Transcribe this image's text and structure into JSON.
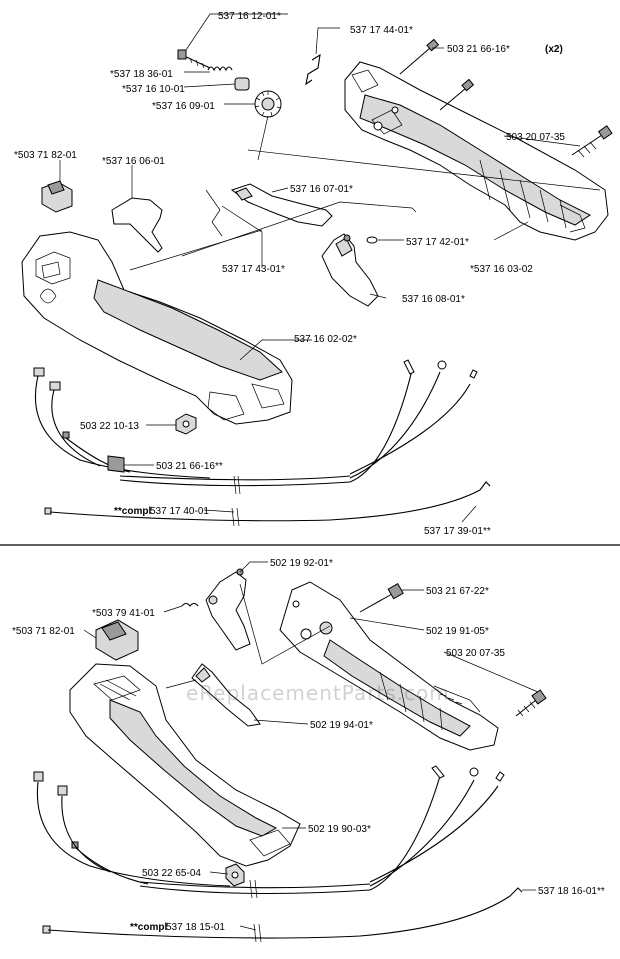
{
  "watermark": "eReplacementParts.com",
  "top": {
    "labels": {
      "l1": "537 16 12-01*",
      "l2": "537 17 44-01*",
      "l3": "503 21 66-16*",
      "l3_suffix": "(x2)",
      "l4": "*537 18 36-01",
      "l5": "*537 16 10-01",
      "l6": "*537 16 09-01",
      "l7": "503 20 07-35",
      "l8": "*503 71 82-01",
      "l9": "*537 16 06-01",
      "l10": "537 16 07-01*",
      "l11": "537 17 42-01*",
      "l12": "537 17 43-01*",
      "l13": "*537 16 03-02",
      "l14": "537 16 08-01*",
      "l15": "537 16 02-02*",
      "l16": "503 22 10-13",
      "l17": "503 21 66-16**",
      "l18_prefix": "**compl",
      "l18": "537 17 40-01",
      "l19": "537 17 39-01**"
    }
  },
  "bottom": {
    "labels": {
      "b1": "502 19 92-01*",
      "b2": "*503 79 41-01",
      "b3": "503 21 67-22*",
      "b4": "*503 71 82-01",
      "b5": "502 19 91-05*",
      "b6": "503 20 07-35",
      "b7": "502 19 94-01*",
      "b8": "502 19 90-03*",
      "b9": "503 22 65-04",
      "b10": "537 18 16-01**",
      "b11_prefix": "**compl",
      "b11": "537 18 15-01"
    }
  }
}
